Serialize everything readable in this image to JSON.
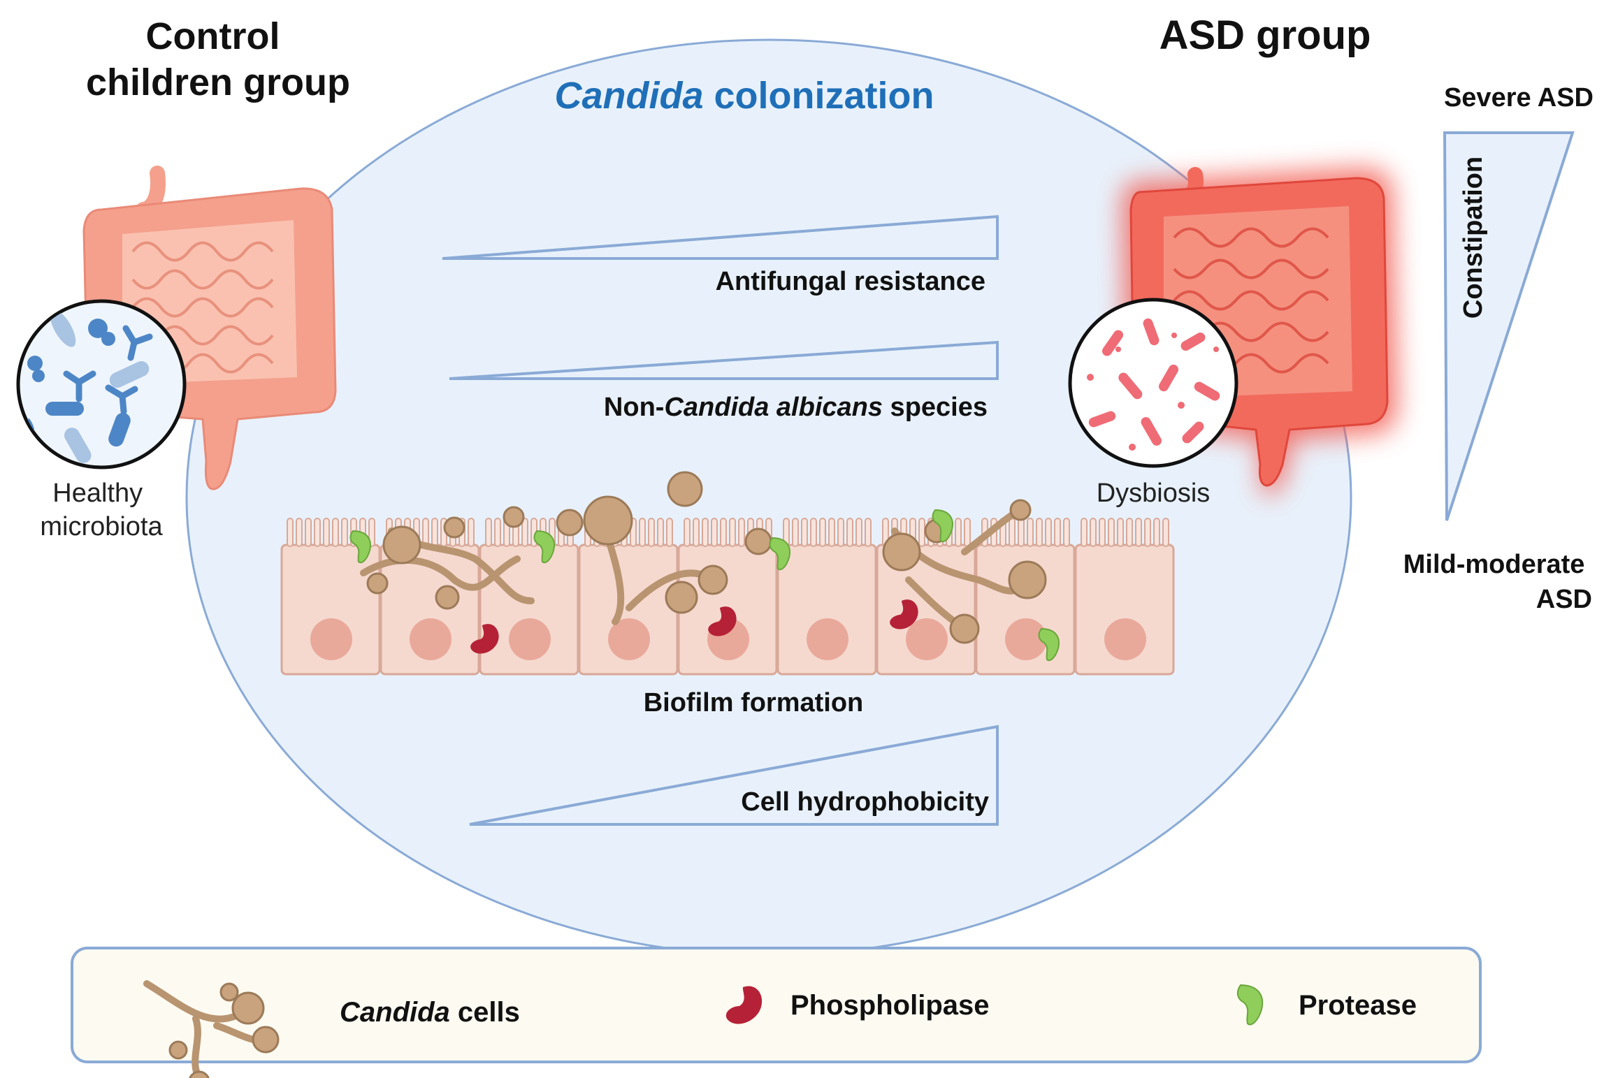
{
  "titles": {
    "control_line1": "Control",
    "control_line2": "children group",
    "asd": "ASD group"
  },
  "center": {
    "title_italic": "Candida",
    "title_rest": " colonization"
  },
  "wedges": {
    "antifungal": "Antifungal resistance",
    "non_prefix": "Non-",
    "non_italic": "Candida albicans",
    "non_suffix": " species",
    "biofilm": "Biofilm formation",
    "hydrophobicity": "Cell hydrophobicity"
  },
  "microbiota": {
    "healthy_line1": "Healthy",
    "healthy_line2": "microbiota",
    "dysbiosis": "Dysbiosis"
  },
  "severity": {
    "severe": "Severe ASD",
    "constipation": "Constipation",
    "mild_line1": "Mild-moderate",
    "mild_line2": "ASD"
  },
  "legend": {
    "candida_italic": "Candida",
    "candida_rest": " cells",
    "phospholipase": "Phospholipase",
    "protease": "Protease"
  },
  "colors": {
    "ellipse_fill": "#e8f1fb",
    "ellipse_stroke": "#8aaad6",
    "title_blue": "#1f6fb8",
    "gut_healthy": "#f4a08c",
    "gut_inflamed": "#f25a50",
    "legend_fill": "#fdfaf1",
    "cell_fill": "#f5d9cf",
    "candida": "#c9a27e",
    "phospholipase": "#b52137",
    "protease": "#8fce5a"
  }
}
